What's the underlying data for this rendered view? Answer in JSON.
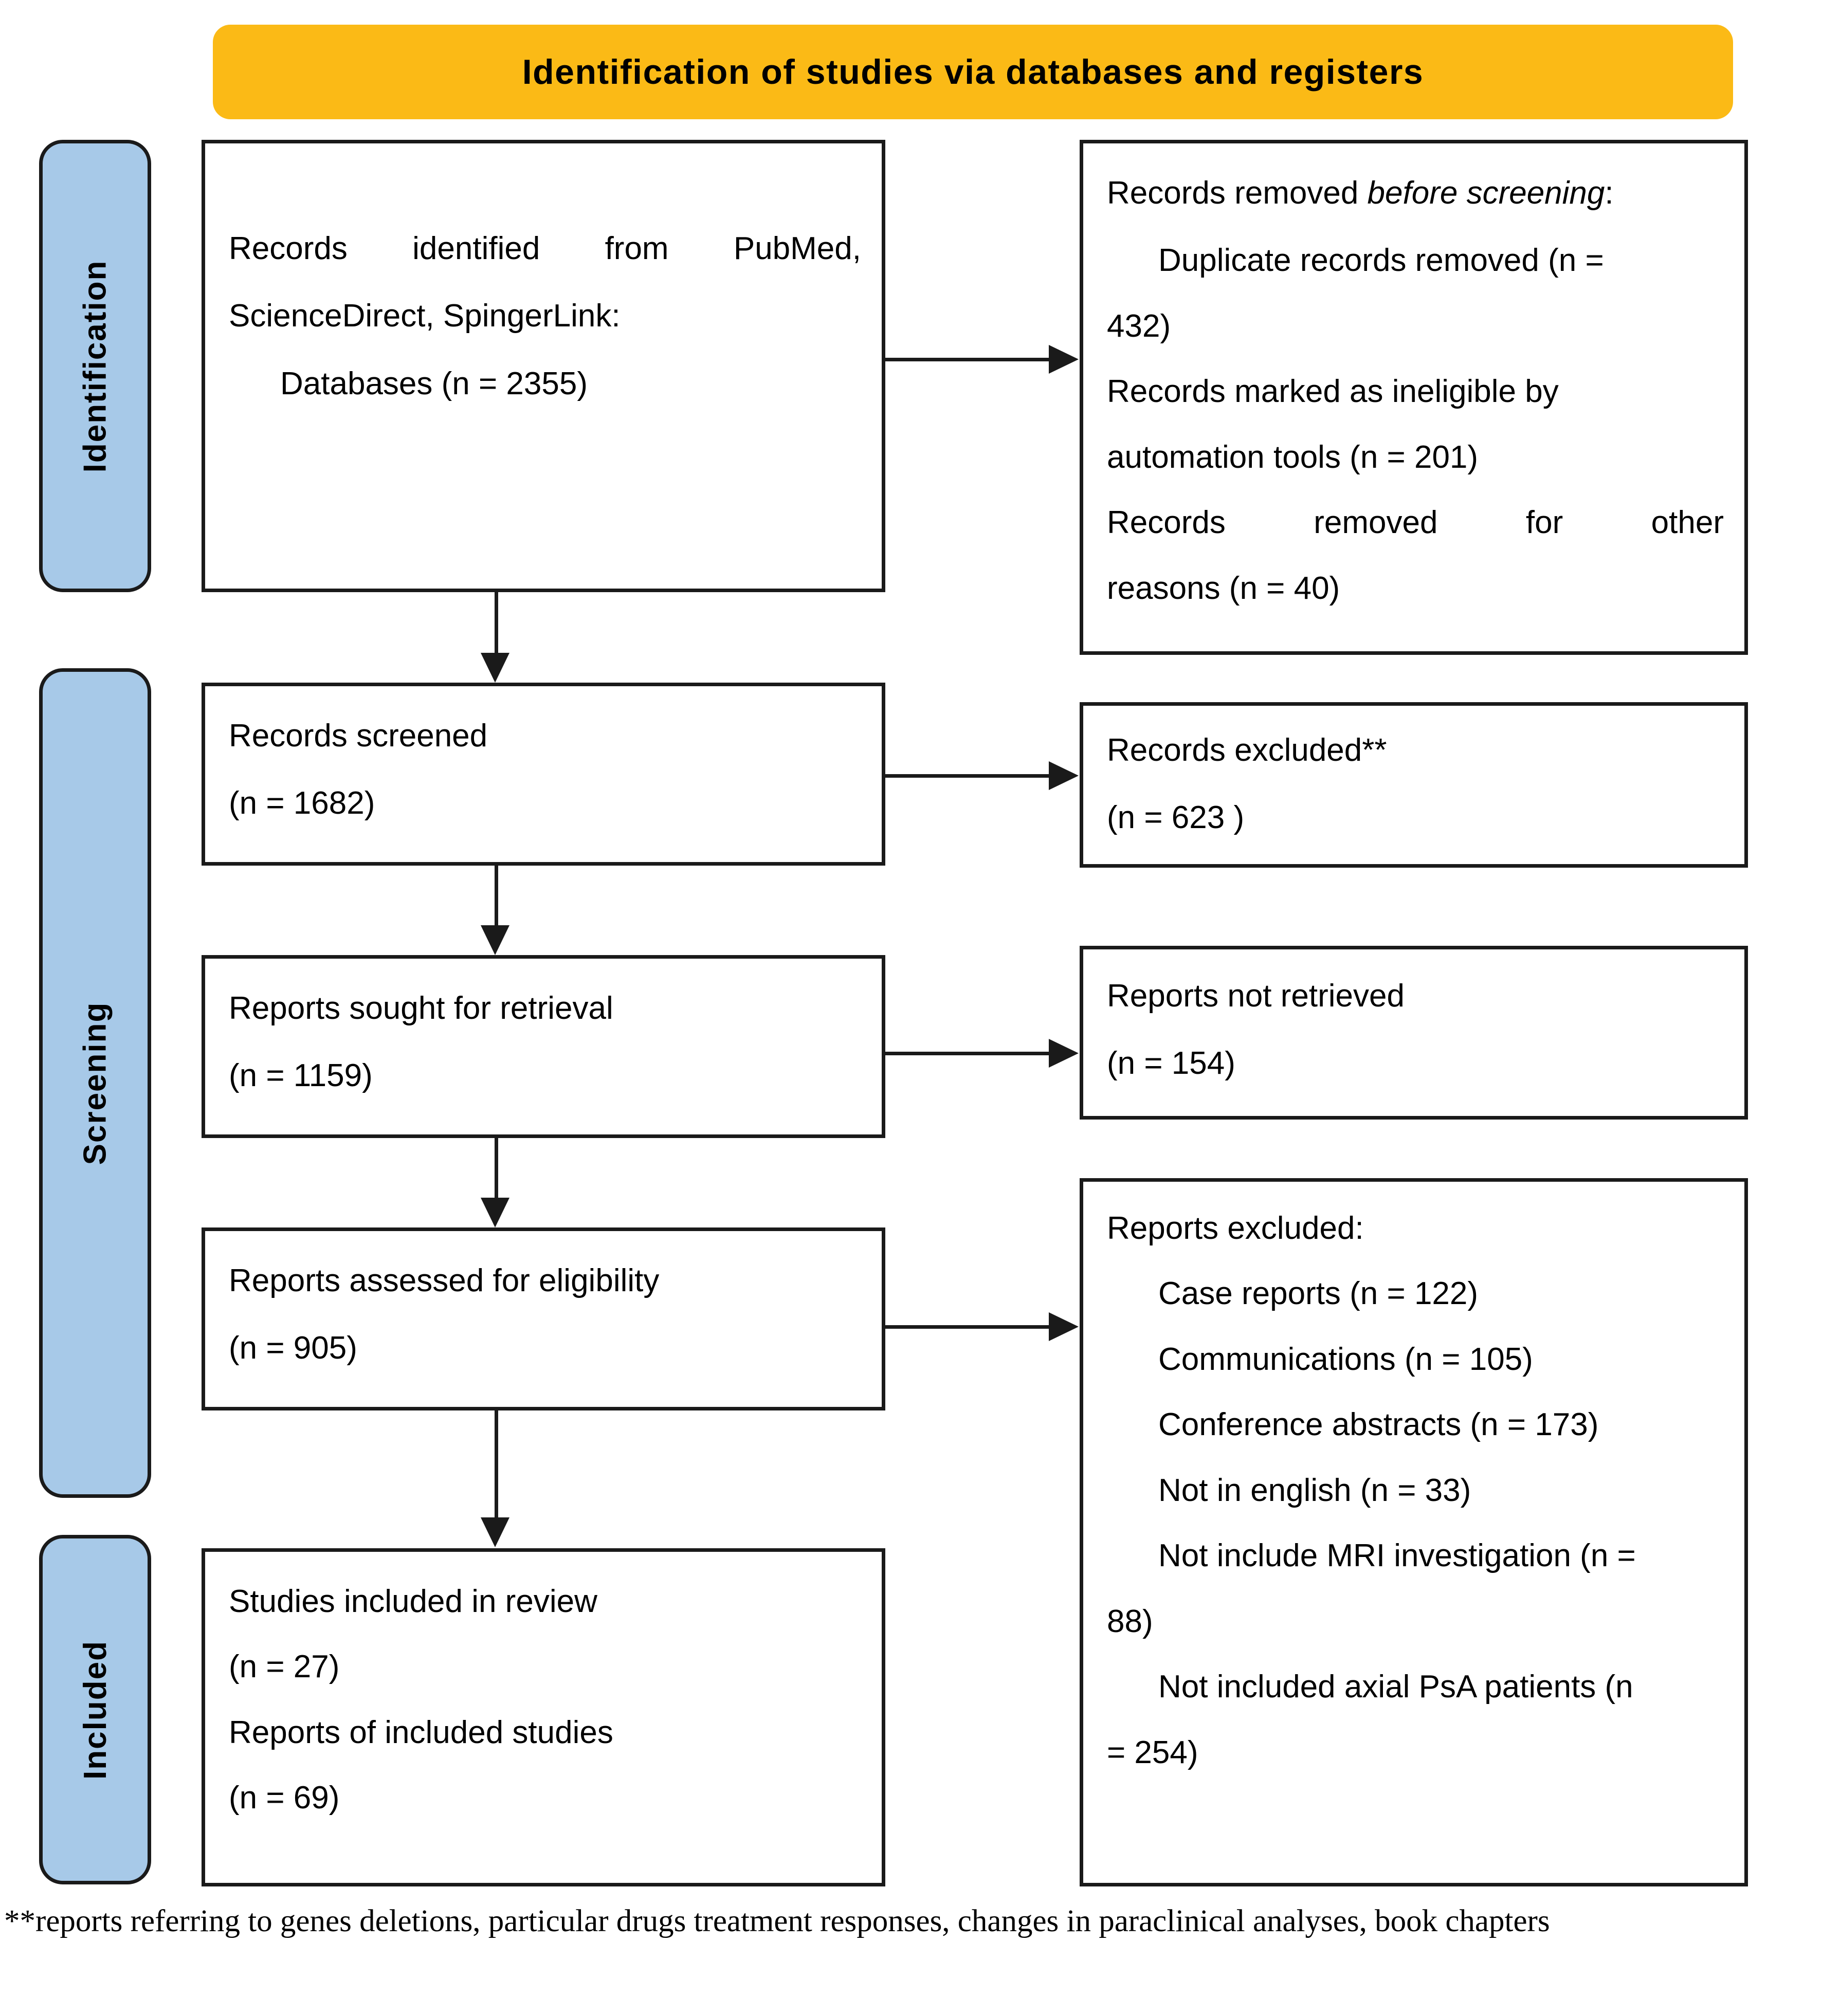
{
  "banner": {
    "title": "Identification of studies via databases and registers"
  },
  "stages": [
    {
      "key": "identification",
      "label": "Identification"
    },
    {
      "key": "screening",
      "label": "Screening"
    },
    {
      "key": "included",
      "label": "Included"
    }
  ],
  "flow": {
    "identified": {
      "line1": "Records identified from PubMed,",
      "line2": "ScienceDirect, SpingerLink:",
      "line3": "Databases (n = 2355)"
    },
    "removed_before_screening": {
      "heading_prefix": "Records removed ",
      "heading_italic": "before screening",
      "heading_suffix": ":",
      "item1": "Duplicate records removed   (n =",
      "item1_cont": "432)",
      "item2": "Records marked as ineligible by",
      "item2_cont": "automation tools (n = 201)",
      "item3": "Records removed for other",
      "item3_cont": "reasons (n = 40)"
    },
    "screened": {
      "line1": "Records screened",
      "line2": "(n = 1682)"
    },
    "excluded_records": {
      "line1": "Records excluded**",
      "line2": "(n = 623 )"
    },
    "sought": {
      "line1": "Reports sought for retrieval",
      "line2": "(n = 1159)"
    },
    "not_retrieved": {
      "line1": "Reports not retrieved",
      "line2": "(n = 154)"
    },
    "assessed": {
      "line1": "Reports assessed for eligibility",
      "line2": "(n = 905)"
    },
    "reports_excluded": {
      "heading": "Reports excluded:",
      "items": [
        "Case reports (n = 122)",
        "Communications (n = 105)",
        "Conference abstracts (n = 173)",
        "Not in english (n = 33)",
        "Not include MRI investigation (n =",
        "88)",
        "Not included axial PsA patients (n",
        "= 254)"
      ]
    },
    "included_studies": {
      "line1": "Studies included in review",
      "line2": "(n = 27)",
      "line3": "Reports of included studies",
      "line4": "(n = 69)"
    }
  },
  "footnote": {
    "text": "**reports referring to genes deletions, particular drugs treatment responses, changes in paraclinical analyses, book chapters"
  },
  "chart_data": {
    "type": "diagram",
    "title": "Identification of studies via databases and registers",
    "nodes": [
      {
        "id": "identified",
        "stage": "Identification",
        "label": "Records identified from PubMed, ScienceDirect, SpingerLink: Databases",
        "n": 2355
      },
      {
        "id": "removed_before_screening",
        "stage": "Identification",
        "label": "Records removed before screening",
        "duplicate_records_removed": 432,
        "marked_ineligible_by_automation_tools": 201,
        "removed_for_other_reasons": 40
      },
      {
        "id": "screened",
        "stage": "Screening",
        "label": "Records screened",
        "n": 1682
      },
      {
        "id": "excluded_records",
        "stage": "Screening",
        "label": "Records excluded**",
        "n": 623
      },
      {
        "id": "sought",
        "stage": "Screening",
        "label": "Reports sought for retrieval",
        "n": 1159
      },
      {
        "id": "not_retrieved",
        "stage": "Screening",
        "label": "Reports not retrieved",
        "n": 154
      },
      {
        "id": "assessed",
        "stage": "Screening",
        "label": "Reports assessed for eligibility",
        "n": 905
      },
      {
        "id": "reports_excluded",
        "stage": "Screening",
        "label": "Reports excluded",
        "case_reports": 122,
        "communications": 105,
        "conference_abstracts": 173,
        "not_in_english": 33,
        "not_include_MRI_investigation": 88,
        "not_included_axial_PsA_patients": 254
      },
      {
        "id": "included_studies",
        "stage": "Included",
        "label": "Studies included in review",
        "studies_n": 27,
        "reports_of_included_studies_n": 69
      }
    ],
    "edges": [
      {
        "from": "identified",
        "to": "removed_before_screening"
      },
      {
        "from": "identified",
        "to": "screened"
      },
      {
        "from": "screened",
        "to": "excluded_records"
      },
      {
        "from": "screened",
        "to": "sought"
      },
      {
        "from": "sought",
        "to": "not_retrieved"
      },
      {
        "from": "sought",
        "to": "assessed"
      },
      {
        "from": "assessed",
        "to": "reports_excluded"
      },
      {
        "from": "assessed",
        "to": "included_studies"
      }
    ],
    "colors": {
      "banner": "#FBBA16",
      "stage_bar": "#A7C9E8",
      "box_border": "#1a1a1a"
    }
  }
}
